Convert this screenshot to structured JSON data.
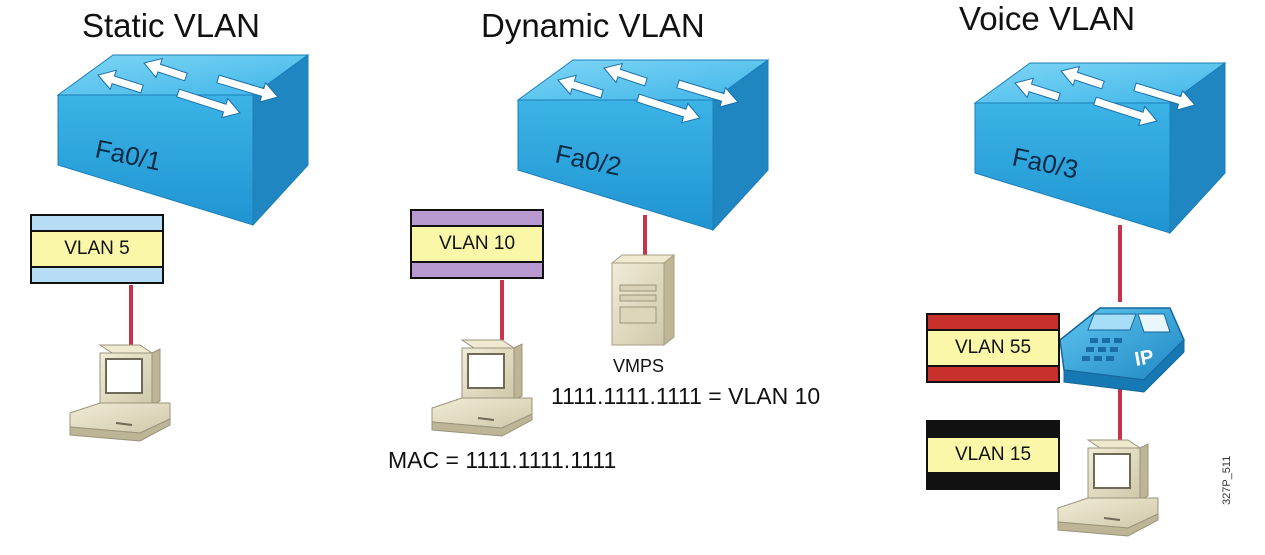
{
  "colors": {
    "switch_top": "#5ec8ef",
    "switch_front": "#36aee4",
    "switch_side": "#1f86c2",
    "link": "#c8324a",
    "vlan_label_bg": "#fbf7a8",
    "band_light_blue": "#b7dcf5",
    "band_purple": "#b89ad0",
    "band_red": "#c8302c",
    "band_black": "#111111"
  },
  "sections": [
    {
      "title": "Static VLAN",
      "port": "Fa0/1",
      "vlan": "VLAN 5"
    },
    {
      "title": "Dynamic VLAN",
      "port": "Fa0/2",
      "vlan": "VLAN 10",
      "server_label": "VMPS",
      "mapping": "1111.1111.1111 = VLAN 10",
      "mac": "MAC = 1111.1111.1111"
    },
    {
      "title": "Voice VLAN",
      "port": "Fa0/3",
      "voice_vlan": "VLAN 55",
      "data_vlan": "VLAN 15",
      "phone_label": "IP"
    }
  ],
  "figure_id": "327P_511",
  "icons": [
    "switch-icon",
    "pc-icon",
    "server-icon",
    "ip-phone-icon"
  ]
}
